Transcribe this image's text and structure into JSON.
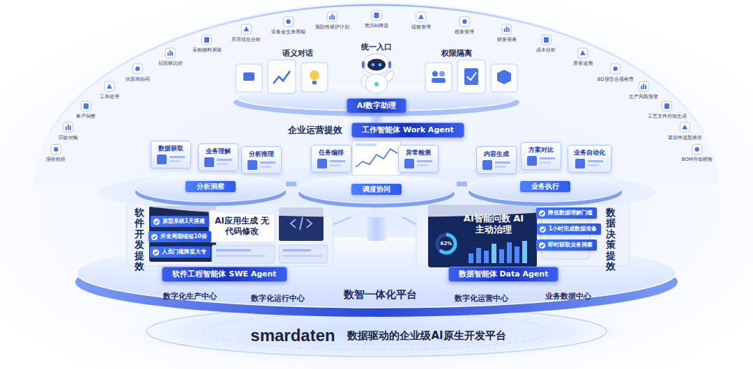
{
  "diagram": {
    "nodes": [
      {
        "text": [
          "AI数字助理"
        ]
      },
      {
        "text": [
          "工作智能体 Work Agent"
        ]
      },
      {
        "text": [
          "分析洞察"
        ]
      },
      {
        "text": [
          "数据获取"
        ],
        "in": 2
      },
      {
        "text": [
          "业务理解"
        ],
        "in": 2
      },
      {
        "text": [
          "分析推理"
        ],
        "in": 2
      },
      {
        "text": [
          "调度协同"
        ]
      },
      {
        "text": [
          "任务编排"
        ],
        "in": 6
      },
      {
        "text": [
          "异常检测"
        ],
        "in": 6
      },
      {
        "text": [
          "业务执行"
        ]
      },
      {
        "text": [
          "内容生成"
        ],
        "in": 9
      },
      {
        "text": [
          "方案对比"
        ],
        "in": 9
      },
      {
        "text": [
          "业务自动化"
        ],
        "in": 9
      },
      {
        "text": [
          "数智一体化平台"
        ]
      },
      {
        "text": [
          "软件工程智能体 SWE Agent"
        ],
        "in": 13
      },
      {
        "text": [
          "原型系统1天搭建"
        ],
        "in": 14
      },
      {
        "text": [
          "开发周期缩短10倍"
        ],
        "in": 14
      },
      {
        "text": [
          "人员门槛降至大专"
        ],
        "in": 14
      },
      {
        "text": [
          "数据智能体 Data Agent"
        ],
        "in": 13
      },
      {
        "text": [
          "降低数据理解门槛"
        ],
        "in": 18
      },
      {
        "text": [
          "1小时完成数据准备"
        ],
        "in": 18
      },
      {
        "text": [
          "即时获取业务洞察"
        ],
        "in": 18
      }
    ],
    "edges": [
      {
        "from": 2,
        "to": 6,
        "arrow": "none"
      },
      {
        "from": 6,
        "to": 9,
        "arrow": "none"
      }
    ],
    "labels": [
      "报价核价",
      "回款对账",
      "客户洞察",
      "工单处理",
      "供应商协同",
      "招投标比价",
      "采购物料测量",
      "库容优化分析",
      "设备全生命周期",
      "预防性维护计划",
      "简历AI筛选",
      "绩效管理",
      "税务管理",
      "财务报表",
      "成本分析",
      "质量追溯",
      "8D报告合规检查",
      "生产风险预警",
      "工艺文件自动生成",
      "零部件选型推荐",
      "BOM自动校验",
      "语义对话",
      "统一入口",
      "权限隔离",
      "企业运营提效",
      "软件开发提效",
      "AI应用生成 无代码修改",
      "数据决策提效",
      "62%",
      "AI智能问数 AI主动治理",
      "数字化生产中心",
      "数字化运行中心",
      "数字化运营中心",
      "业务数据中心",
      "smardaten",
      "数据驱动的企业级AI原生开发平台"
    ]
  }
}
